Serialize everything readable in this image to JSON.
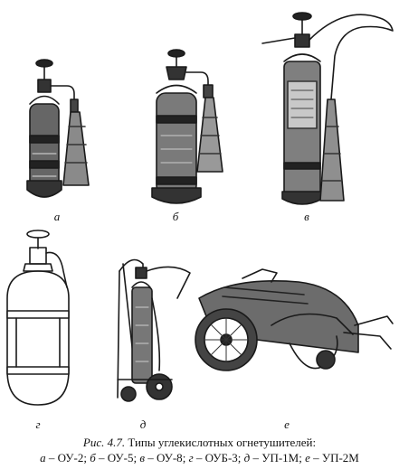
{
  "figure": {
    "labels": {
      "a": "а",
      "b": "б",
      "v": "в",
      "g": "г",
      "d": "д",
      "e": "е"
    },
    "caption": {
      "ref": "Рис. 4.7.",
      "title": "Типы углекислотных огнетушителей:",
      "legend": [
        {
          "letter": "а",
          "text": "ОУ-2"
        },
        {
          "letter": "б",
          "text": "ОУ-5"
        },
        {
          "letter": "в",
          "text": "ОУ-8"
        },
        {
          "letter": "г",
          "text": "ОУБ-3"
        },
        {
          "letter": "д",
          "text": "УП-1М"
        },
        {
          "letter": "е",
          "text": "УП-2М"
        }
      ]
    }
  }
}
